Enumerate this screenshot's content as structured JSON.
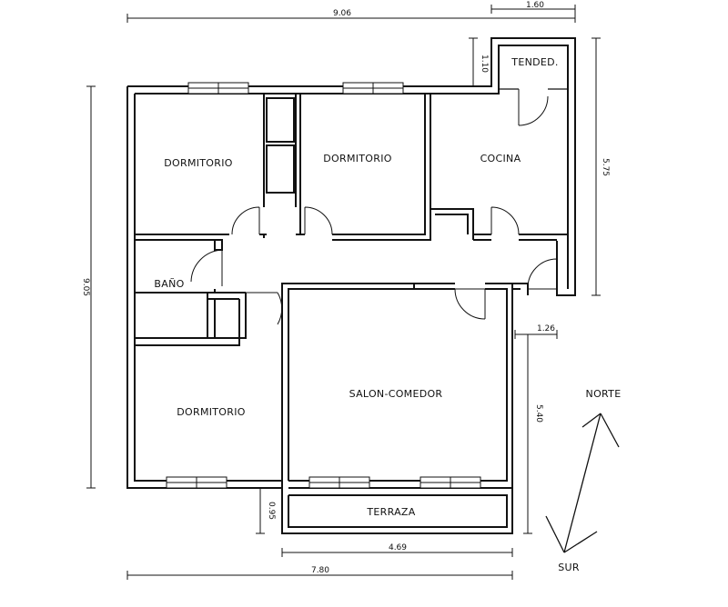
{
  "rooms": {
    "dormitorio_1": "DORMITORIO",
    "dormitorio_2": "DORMITORIO",
    "cocina": "COCINA",
    "tendedero": "TENDED.",
    "bano": "BAÑO",
    "dormitorio_3": "DORMITORIO",
    "salon_comedor": "SALON-COMEDOR",
    "terraza": "TERRAZA"
  },
  "dimensions": {
    "top_total": "9.06",
    "top_tendedero": "1.60",
    "tendedero_depth": "1.10",
    "left_total": "9.05",
    "right_upper": "5.75",
    "right_offset": "1.26",
    "right_lower": "5.40",
    "terraza_depth": "0.95",
    "terraza_width": "4.69",
    "bottom_total": "7.80"
  },
  "compass": {
    "north": "NORTE",
    "south": "SUR"
  }
}
